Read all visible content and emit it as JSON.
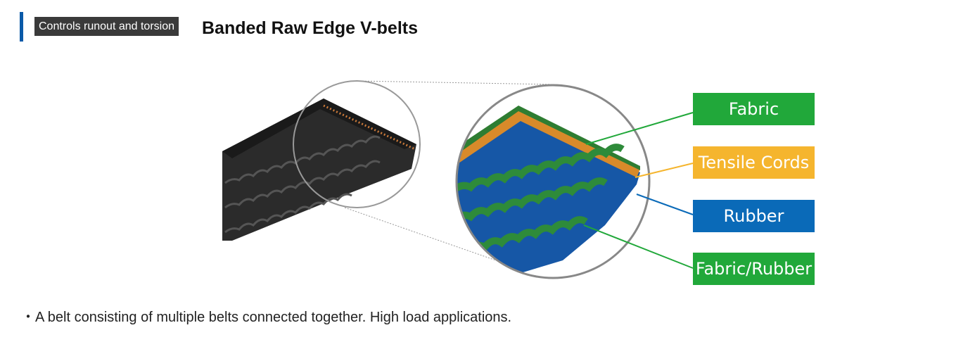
{
  "header": {
    "tag": "Controls runout and torsion",
    "title": "Banded Raw Edge V-belts"
  },
  "diagram": {
    "labels": [
      {
        "text": "Fabric",
        "color": "#21a83a"
      },
      {
        "text": "Tensile Cords",
        "color": "#f5b52e"
      },
      {
        "text": "Rubber",
        "color": "#0a6ab8"
      },
      {
        "text": "Fabric/Rubber",
        "color": "#21a83a"
      }
    ]
  },
  "description": "・A belt consisting of multiple belts connected together. High load applications."
}
